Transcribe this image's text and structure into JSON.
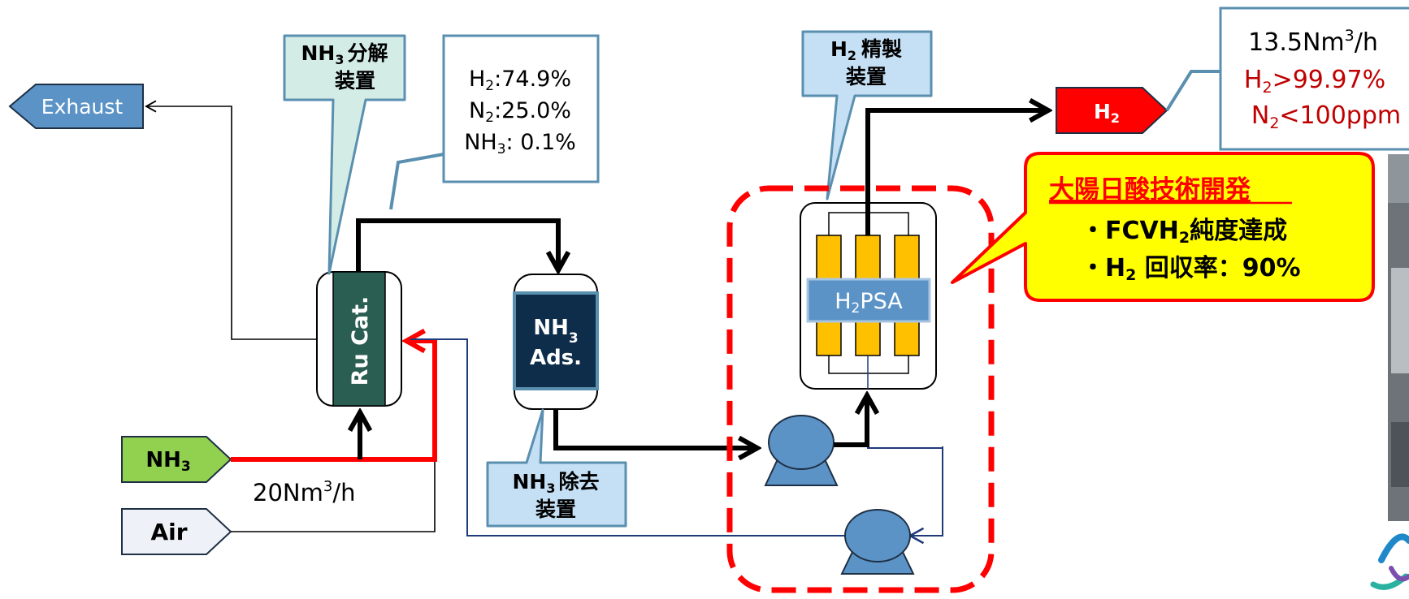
{
  "exhaust": {
    "label": "Exhaust"
  },
  "inputs": {
    "nh3": {
      "main": "NH",
      "sub": "3"
    },
    "air": {
      "label": "Air"
    },
    "flow": {
      "pre": "20Nm",
      "sup": "3",
      "post": "/h"
    }
  },
  "decomposer": {
    "callout_line1_main": "NH",
    "callout_line1_sub": "3",
    "callout_line1_rest": "分解",
    "callout_line2": "装置",
    "catalyst": "Ru Cat."
  },
  "composition": {
    "l1_pre": "H",
    "l1_sub": "2",
    "l1_post": ":74.9%",
    "l2_pre": "N",
    "l2_sub": "2",
    "l2_post": ":25.0%",
    "l3_pre": "NH",
    "l3_sub": "3",
    "l3_post": ": 0.1%"
  },
  "adsorber": {
    "line1_main": "NH",
    "line1_sub": "3",
    "line2": "Ads.",
    "callout_line1_main": "NH",
    "callout_line1_sub": "3",
    "callout_line1_rest": "除去",
    "callout_line2": "装置"
  },
  "purifier": {
    "callout_line1_main": "H",
    "callout_line1_sub": "2",
    "callout_line1_rest": "精製",
    "callout_line2": "装置",
    "psa_pre": "H",
    "psa_sub": "2",
    "psa_post": "PSA"
  },
  "product": {
    "label_main": "H",
    "label_sub": "2",
    "flow_pre": "13.5Nm",
    "flow_sup": "3",
    "flow_post": "/h",
    "purity_pre": "H",
    "purity_sub": "2",
    "purity_post": ">99.97%",
    "n2_pre": "N",
    "n2_sub": "2",
    "n2_post": "<100ppm"
  },
  "development": {
    "title": "大陽日酸技術開発",
    "b1_pre": "・FCVH",
    "b1_sub": "2",
    "b1_post": "純度達成",
    "b2_pre": "・H",
    "b2_sub": "2",
    "b2_post": " 回収率：90%"
  },
  "colors": {
    "red": "#ff0000",
    "callout_green": "#d4ece6",
    "callout_blue": "#c5e0f4",
    "vessel_dark": "#0d2d4a",
    "catalyst_green": "#2b5e52",
    "pump_blue": "#5b93c7",
    "psa_column": "#ffc000",
    "nh3_green": "#92d050",
    "exhaust_blue": "#5b93c7",
    "highlight_yellow": "#ffff00"
  }
}
